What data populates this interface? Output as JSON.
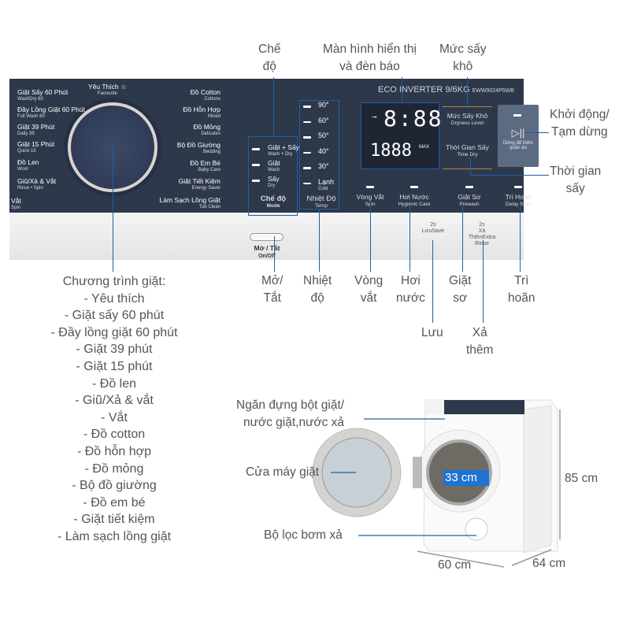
{
  "panel": {
    "brand": "ECO INVERTER 9/6KG",
    "model": "EWW9024P5WB",
    "favourite": {
      "vi": "Yêu Thích ☆",
      "en": "Favourite"
    },
    "programs_left": [
      {
        "vi": "Giặt Sấy 60 Phút",
        "en": "WashDry 60"
      },
      {
        "vi": "Đầy Lồng Giặt 60 Phút",
        "en": "Full Wash 60"
      },
      {
        "vi": "Giặt 39 Phút",
        "en": "Daily 39"
      },
      {
        "vi": "Giặt 15 Phút",
        "en": "Quick 15"
      },
      {
        "vi": "Đồ Len",
        "en": "Wool"
      },
      {
        "vi": "Giũ/Xả & Vắt",
        "en": "Rinse • Spin"
      },
      {
        "vi": "Vắt",
        "en": "Spin"
      }
    ],
    "programs_right": [
      {
        "vi": "Đồ Cotton",
        "en": "Cottons"
      },
      {
        "vi": "Đồ Hỗn Hợp",
        "en": "Mixed"
      },
      {
        "vi": "Đồ Mỏng",
        "en": "Delicates"
      },
      {
        "vi": "Bộ Đồ Giường",
        "en": "Bedding"
      },
      {
        "vi": "Đồ Em Bé",
        "en": "Baby Care"
      },
      {
        "vi": "Giặt Tiết Kiệm",
        "en": "Energy Saver"
      },
      {
        "vi": "Làm Sạch Lồng Giặt",
        "en": "Tub Clean"
      }
    ],
    "mode_options": [
      {
        "vi": "Giặt + Sấy",
        "en": "Wash + Dry"
      },
      {
        "vi": "Giặt",
        "en": "Wash"
      },
      {
        "vi": "Sấy",
        "en": "Dry"
      }
    ],
    "mode_label": {
      "vi": "Chế độ",
      "en": "Mode"
    },
    "temps": [
      {
        "vi": "90°"
      },
      {
        "vi": "60°"
      },
      {
        "vi": "50°"
      },
      {
        "vi": "40°"
      },
      {
        "vi": "30°"
      },
      {
        "vi": "Lạnh",
        "en": "Cold"
      }
    ],
    "temp_label": {
      "vi": "Nhiệt Độ",
      "en": "Temp"
    },
    "display": {
      "time": "8:88",
      "digits": "1888",
      "max": "MAX"
    },
    "dryness_level": {
      "vi": "Mức Sấy Khô",
      "en": "Dryness Level"
    },
    "time_dry": {
      "vi": "Thời Gian Sấy",
      "en": "Time Dry"
    },
    "start_pause": {
      "symbol": "▷||",
      "hint": "Dừng để thêm quần áo"
    },
    "buttons": [
      {
        "vi": "Vòng Vắt",
        "en": "Spin"
      },
      {
        "vi": "Hơi Nước",
        "en": "Hygienic Care"
      },
      {
        "vi": "Giặt Sơ",
        "en": "Prewash"
      },
      {
        "vi": "Trì Hoãn",
        "en": "Delay Start"
      }
    ],
    "secondary": [
      {
        "vi": "Lưu",
        "en": "Save",
        "hold": "2s"
      },
      {
        "vi": "Xả Thêm",
        "en": "Extra Rinse",
        "hold": "2s"
      }
    ],
    "power": {
      "vi": "Mở / Tắt",
      "en": "On/Off"
    }
  },
  "callouts": {
    "mode": "Chế\nđộ",
    "display": "Màn hình hiển thị\nvà đèn báo",
    "dryness": "Mức sấy\nkhô",
    "start": "Khởi động/\nTạm dừng",
    "time_dry": "Thời gian\nsấy",
    "power": "Mở/\nTắt",
    "temp": "Nhiệt\nđộ",
    "spin": "Vòng\nvắt",
    "steam": "Hơi\nnước",
    "prewash": "Giặt\nsơ",
    "delay": "Trì\nhoãn",
    "save": "Lưu",
    "extra_rinse": "Xả\nthêm"
  },
  "programs_title": "Chương trình giặt:",
  "programs": [
    "- Yêu thích",
    "- Giặt sấy 60 phút",
    "- Đầy lồng giặt 60 phút",
    "- Giặt 39 phút",
    "- Giặt 15 phút",
    "- Đồ len",
    "- Giũ/Xả & vắt",
    "- Vắt",
    "- Đồ cotton",
    "- Đồ hỗn hợp",
    "- Đồ mỏng",
    "- Bộ đồ giường",
    "- Đồ em bé",
    "- Giặt tiết kiệm",
    "- Làm sạch lồng giặt"
  ],
  "machine": {
    "detergent": "Ngăn đựng bột giặt/\nnước giặt,nước xả",
    "door": "Cửa máy giặt",
    "filter": "Bộ lọc bơm xả",
    "drum_diameter": "33 cm",
    "height": "85 cm",
    "width": "60 cm",
    "depth": "64 cm"
  },
  "colors": {
    "panel": "#2d384a",
    "leader": "#1f5fa8",
    "drum_label": "#1e73d2"
  }
}
